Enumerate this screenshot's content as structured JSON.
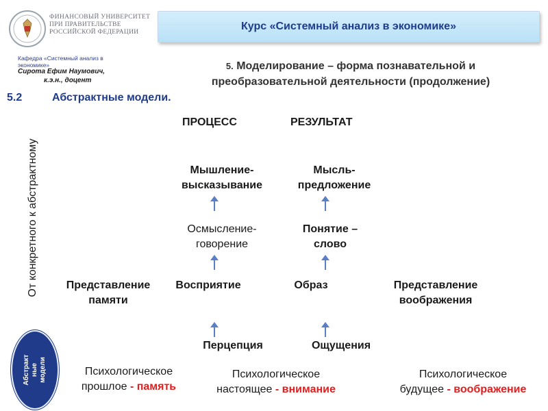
{
  "header": {
    "university_lines": [
      "ФИНАНСОВЫЙ УНИВЕРСИТЕТ",
      "ПРИ ПРАВИТЕЛЬСТВЕ",
      "РОССИЙСКОЙ ФЕДЕРАЦИИ"
    ],
    "department": "Кафедра «Системный анализ в экономике»",
    "author_name": "Сирота Ефим Наумович,",
    "author_title": "к.э.н., доцент",
    "course_title": "Курс «Системный анализ в экономике»"
  },
  "lecture": {
    "number": "5.",
    "title_line1": "Моделирование – форма познавательной и",
    "title_line2": "преобразовательной деятельности (продолжение)"
  },
  "section": {
    "number": "5.2",
    "title": "Абстрактные модели."
  },
  "vertical_label": "От конкретного к абстрактному",
  "columns": {
    "process": "ПРОЦЕСС",
    "result": "РЕЗУЛЬТАТ"
  },
  "levels": {
    "top": {
      "process": [
        "Мышление-",
        "высказывание"
      ],
      "result": [
        "Мысль-",
        "предложение"
      ]
    },
    "mid": {
      "process": [
        "Осмысление-",
        "говорение"
      ],
      "result": [
        "Понятие –",
        "слово"
      ]
    },
    "row": {
      "left": [
        "Представление",
        "памяти"
      ],
      "process": "Восприятие",
      "result": "Образ",
      "right": [
        "Представление",
        "воображения"
      ]
    },
    "bottom": {
      "process": "Перцепция",
      "result": "Ощущения"
    }
  },
  "badge": [
    "Абстракт",
    "ные",
    "модели"
  ],
  "psychological": {
    "past": {
      "line1": "Психологическое",
      "prefix": "прошлое",
      "accent": "- память"
    },
    "present": {
      "line1": "Психологическое",
      "prefix": "настоящее",
      "accent": "- внимание"
    },
    "future": {
      "line1": "Психологическое",
      "prefix": "будущее",
      "accent": "- воображение"
    }
  },
  "colors": {
    "arrow": "#5b7fc4",
    "accent_red": "#e02020",
    "title_blue": "#1f3b8a"
  }
}
